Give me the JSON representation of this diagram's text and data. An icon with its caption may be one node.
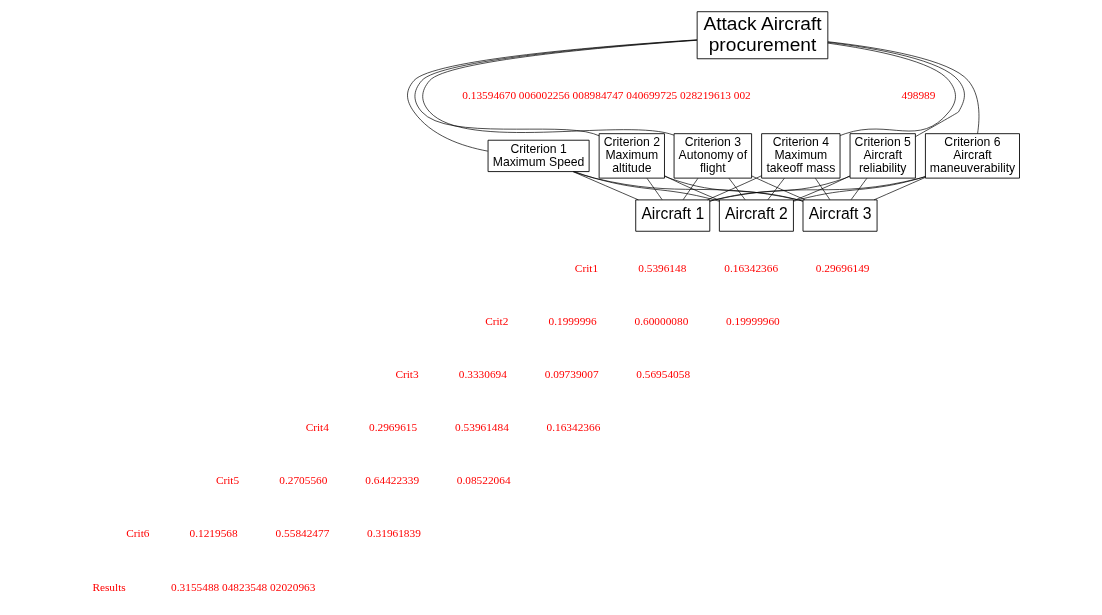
{
  "diagram": {
    "nodes": [
      {
        "text": [
          "Attack Aircraft procurement"
        ]
      },
      {
        "text": [
          "Criterion 1 Maximum Speed"
        ]
      },
      {
        "text": [
          "Criterion 2 Maximum altitude"
        ]
      },
      {
        "text": [
          "Criterion 3 Autonomy of flight"
        ]
      },
      {
        "text": [
          "Criterion 4 Maximum takeoff mass"
        ]
      },
      {
        "text": [
          "Criterion 5 Aircraft reliability"
        ]
      },
      {
        "text": [
          "Criterion 6 Aircraft maneuverability"
        ]
      },
      {
        "text": [
          "Aircraft 1"
        ]
      },
      {
        "text": [
          "Aircraft 2"
        ]
      },
      {
        "text": [
          "Aircraft 3"
        ]
      }
    ],
    "edges": [
      {
        "from": 0,
        "to": 1,
        "arrow": "none"
      },
      {
        "from": 0,
        "to": 2,
        "arrow": "none"
      },
      {
        "from": 0,
        "to": 3,
        "arrow": "none"
      },
      {
        "from": 0,
        "to": 4,
        "arrow": "none"
      },
      {
        "from": 0,
        "to": 5,
        "arrow": "none"
      },
      {
        "from": 0,
        "to": 6,
        "arrow": "none"
      },
      {
        "from": 1,
        "to": 7,
        "arrow": "none"
      },
      {
        "from": 1,
        "to": 8,
        "arrow": "none"
      },
      {
        "from": 1,
        "to": 9,
        "arrow": "none"
      },
      {
        "from": 2,
        "to": 7,
        "arrow": "none"
      },
      {
        "from": 2,
        "to": 8,
        "arrow": "none"
      },
      {
        "from": 2,
        "to": 9,
        "arrow": "none"
      },
      {
        "from": 3,
        "to": 7,
        "arrow": "none"
      },
      {
        "from": 3,
        "to": 8,
        "arrow": "none"
      },
      {
        "from": 3,
        "to": 9,
        "arrow": "none"
      },
      {
        "from": 4,
        "to": 7,
        "arrow": "none"
      },
      {
        "from": 4,
        "to": 8,
        "arrow": "none"
      },
      {
        "from": 4,
        "to": 9,
        "arrow": "none"
      },
      {
        "from": 5,
        "to": 7,
        "arrow": "none"
      },
      {
        "from": 5,
        "to": 8,
        "arrow": "none"
      },
      {
        "from": 5,
        "to": 9,
        "arrow": "none"
      },
      {
        "from": 6,
        "to": 7,
        "arrow": "none"
      },
      {
        "from": 6,
        "to": 8,
        "arrow": "none"
      },
      {
        "from": 6,
        "to": 9,
        "arrow": "none"
      }
    ],
    "labels": [
      "0.13594670 006002256 008984747 040699725 028219613 002",
      "498989",
      "Crit1",
      "0.5396148",
      "0.16342366",
      "0.29696149",
      "Crit2",
      "0.1999996",
      "0.60000080",
      "0.19999960",
      "Crit3",
      "0.3330694",
      "0.09739007",
      "0.56954058",
      "Crit4",
      "0.2969615",
      "0.53961484",
      "0.16342366",
      "Crit5",
      "0.2705560",
      "0.64422339",
      "0.08522064",
      "Crit6",
      "0.1219568",
      "0.55842477",
      "0.31961839",
      "Results",
      "0.3155488 04823548 02020963"
    ]
  }
}
